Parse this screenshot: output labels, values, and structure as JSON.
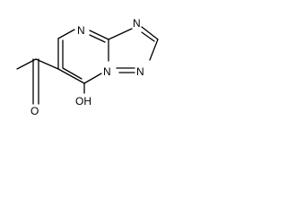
{
  "molecule": {
    "atoms": {
      "ring_n_top": "N",
      "triazole_n_top": "N",
      "triazole_n_right": "N",
      "bridge_n": "N",
      "carbonyl_o": "O",
      "hydroxyl": "OH"
    }
  }
}
